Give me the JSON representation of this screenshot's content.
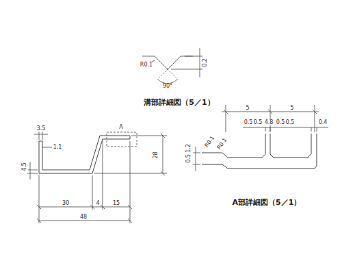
{
  "diagram": {
    "labels": [
      "R0.1",
      "0.2",
      "90°",
      "溝部詳細図（5／1）",
      "3.5",
      "1.1",
      "4.5",
      "A",
      "28",
      "30",
      "4",
      "15",
      "48",
      "5",
      "5",
      "0.5",
      "0.5",
      "4.8",
      "0.5",
      "0.5",
      "0.4",
      "R0.1",
      "R0.1",
      "0.5",
      "1.2",
      "A部詳細図（5／1）"
    ]
  }
}
